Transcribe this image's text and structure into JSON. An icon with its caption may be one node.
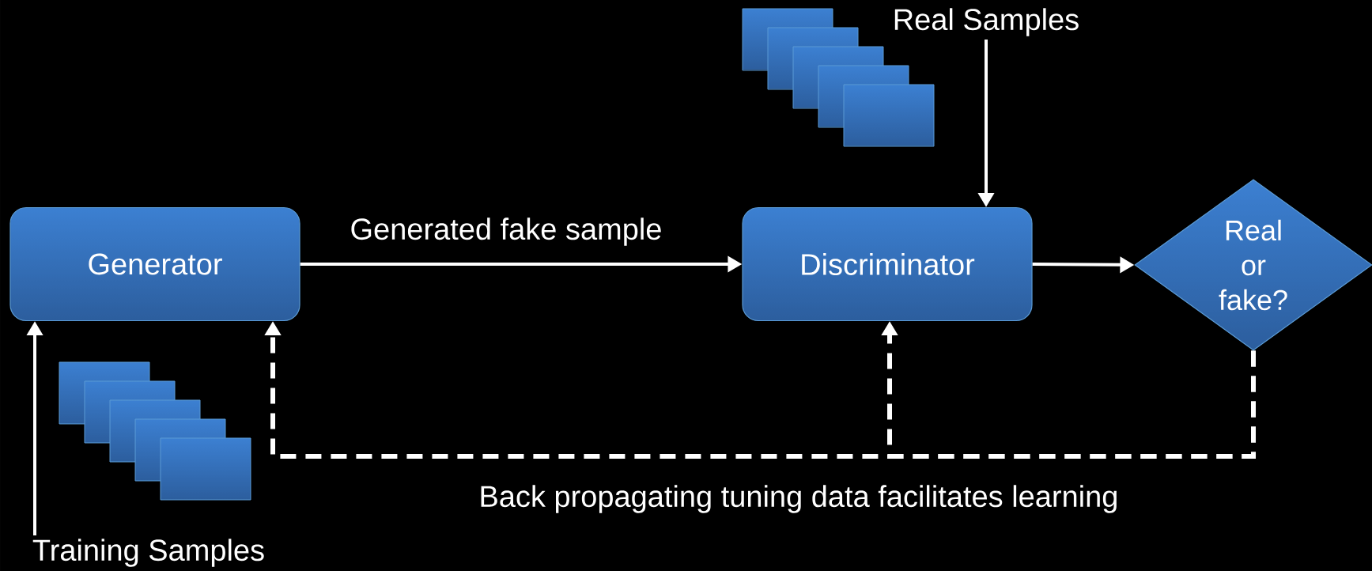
{
  "diagram": {
    "nodes": [
      {
        "text": [
          "Real Samples"
        ]
      },
      {
        "text": [
          "Generator"
        ]
      },
      {
        "text": [
          "Discriminator"
        ]
      },
      {
        "text": [
          "Real or fake?"
        ]
      },
      {
        "text": [
          "Training Samples"
        ]
      }
    ],
    "edges": [
      {
        "from": 0,
        "to": 2,
        "arrow": "to"
      },
      {
        "from": 4,
        "to": 1,
        "arrow": "to"
      },
      {
        "from": 1,
        "to": 2,
        "arrow": "to",
        "label": "Generated fake sample"
      },
      {
        "from": 2,
        "to": 3,
        "arrow": "to"
      },
      {
        "from": 3,
        "to": 1,
        "arrow": "to",
        "style": "dashed"
      },
      {
        "from": 3,
        "to": 2,
        "arrow": "to",
        "style": "dashed"
      }
    ],
    "labels": [
      "Back propagating tuning data facilitates learning"
    ]
  }
}
